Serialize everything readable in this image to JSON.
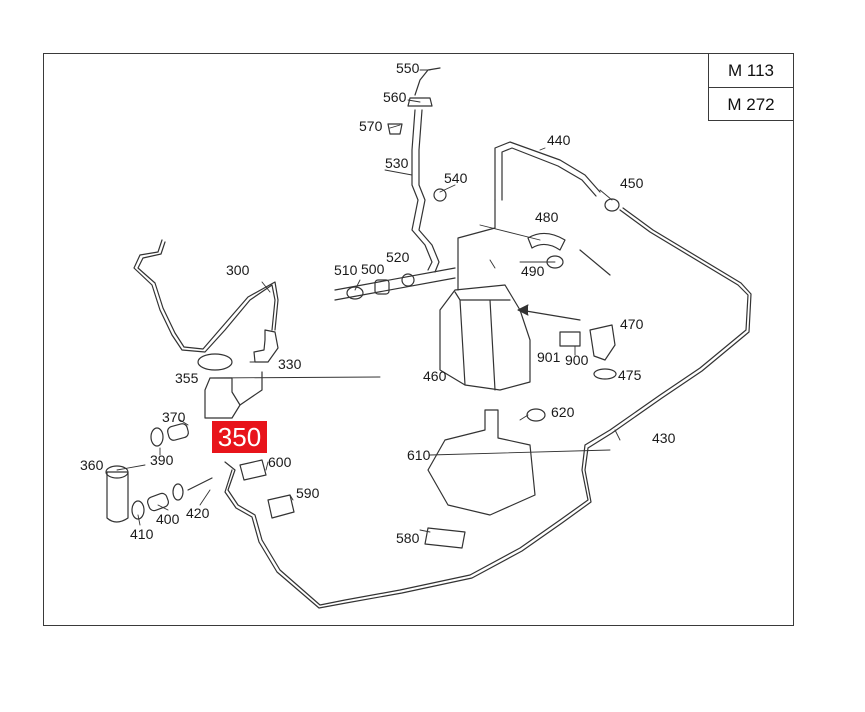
{
  "models": [
    "M 113",
    "M 272"
  ],
  "highlight": {
    "label": "350",
    "color": "#e8141b"
  },
  "parts": {
    "p300": "300",
    "p330": "330",
    "p355": "355",
    "p360": "360",
    "p370": "370",
    "p390": "390",
    "p400": "400",
    "p410": "410",
    "p420": "420",
    "p430": "430",
    "p440": "440",
    "p450": "450",
    "p460": "460",
    "p470": "470",
    "p475": "475",
    "p480": "480",
    "p490": "490",
    "p500": "500",
    "p510": "510",
    "p520": "520",
    "p530": "530",
    "p540": "540",
    "p550": "550",
    "p560": "560",
    "p570": "570",
    "p580": "580",
    "p590": "590",
    "p600": "600",
    "p610": "610",
    "p620": "620",
    "p900": "900",
    "p901": "901"
  }
}
